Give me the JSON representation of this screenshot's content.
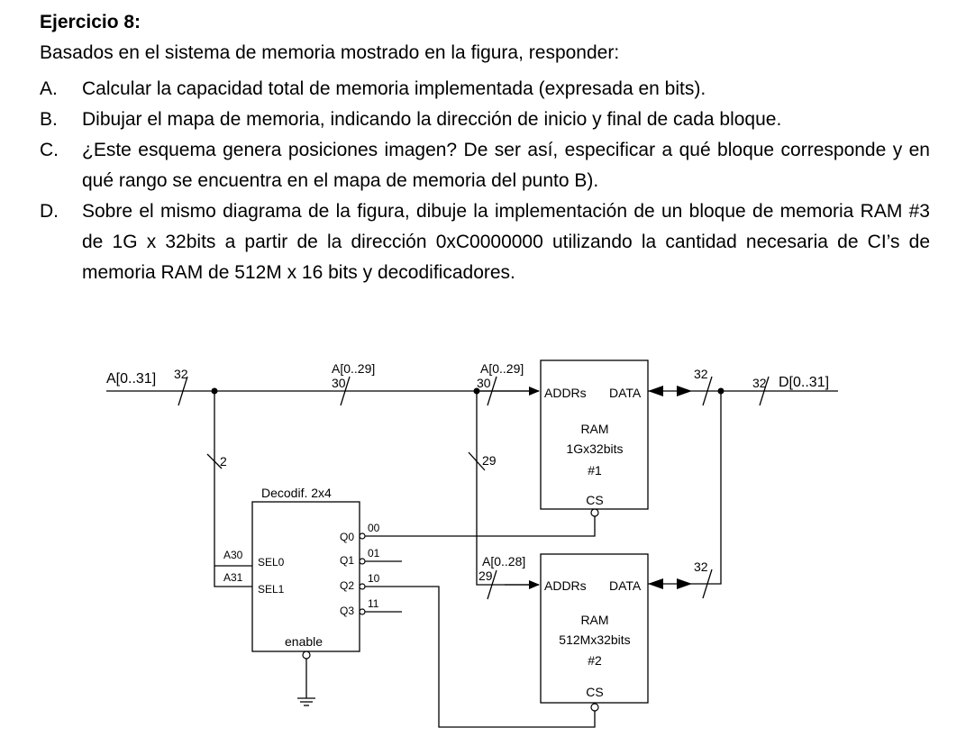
{
  "exercise": {
    "title": "Ejercicio 8:",
    "intro": "Basados en el sistema de memoria mostrado en la figura, responder:",
    "items": [
      {
        "letter": "A.",
        "text": "Calcular la capacidad total de memoria implementada (expresada en bits)."
      },
      {
        "letter": "B.",
        "text": "Dibujar el mapa de memoria, indicando la dirección de inicio y final de cada bloque."
      },
      {
        "letter": "C.",
        "text": "¿Este esquema genera posiciones imagen? De ser así, especificar a qué bloque corresponde y en qué rango se encuentra en el mapa de memoria del punto B)."
      },
      {
        "letter": "D.",
        "text": "Sobre el mismo diagrama de la figura, dibuje la implementación de un bloque de memoria RAM #3 de 1G x 32bits a partir de la dirección 0xC0000000 utilizando la cantidad necesaria de CI’s de memoria RAM de 512M x 16 bits y decodificadores."
      }
    ]
  },
  "diagram": {
    "bus_in_label": "A[0..31]",
    "bus_in_width": "32",
    "bus_top_label": "A[0..29]",
    "bus_top_width": "30",
    "ram1_addr_label": "A[0..29]",
    "ram1_addr_width": "30",
    "sel_width": "2",
    "ram1_branch_width": "29",
    "ram2_addr_label": "A[0..28]",
    "ram2_addr_width": "29",
    "data_width_1": "32",
    "data_width_2": "32",
    "data_width_3": "32",
    "data_out_label": "D[0..31]",
    "decoder": {
      "title": "Decodif. 2x4",
      "sel0": "SEL0",
      "sel1": "SEL1",
      "enable": "enable",
      "a30": "A30",
      "a31": "A31",
      "outputs": [
        {
          "pin": "Q0",
          "code": "00"
        },
        {
          "pin": "Q1",
          "code": "01"
        },
        {
          "pin": "Q2",
          "code": "10"
        },
        {
          "pin": "Q3",
          "code": "11"
        }
      ]
    },
    "ram1": {
      "addr": "ADDRs",
      "data": "DATA",
      "name": "RAM",
      "size": "1Gx32bits",
      "id": "#1",
      "cs": "CS"
    },
    "ram2": {
      "addr": "ADDRs",
      "data": "DATA",
      "name": "RAM",
      "size": "512Mx32bits",
      "id": "#2",
      "cs": "CS"
    }
  }
}
